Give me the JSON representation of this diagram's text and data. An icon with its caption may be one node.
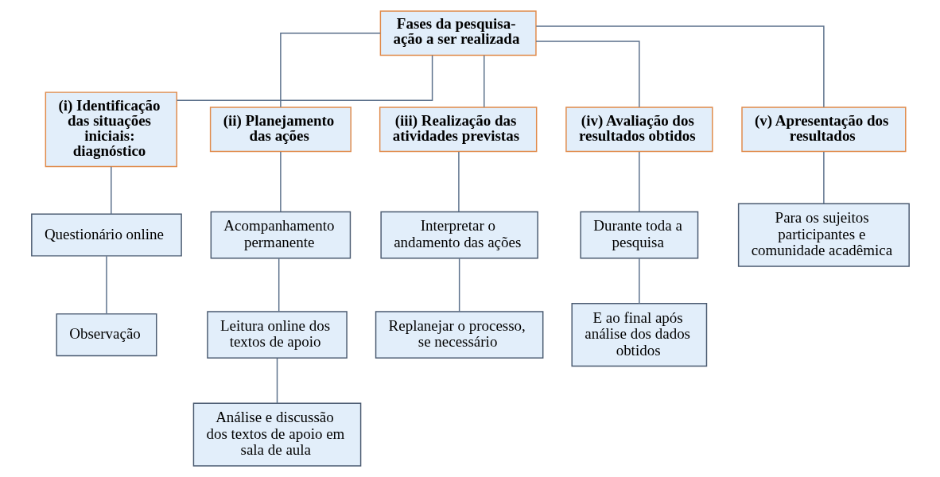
{
  "diagram": {
    "nodes": [
      {
        "text": [
          "Fases da pesquisa-ação a ser realizada"
        ]
      },
      {
        "text": [
          "(i) Identificação das situações iniciais: diagnóstico"
        ]
      },
      {
        "text": [
          "(ii) Planejamento das ações"
        ]
      },
      {
        "text": [
          "(iii) Realização das atividades previstas"
        ]
      },
      {
        "text": [
          "(iv) Avaliação dos resultados obtidos"
        ]
      },
      {
        "text": [
          "(v) Apresentação dos resultados"
        ]
      },
      {
        "text": [
          "Questionário online"
        ]
      },
      {
        "text": [
          "Observação"
        ]
      },
      {
        "text": [
          "Acompanhamento permanente"
        ]
      },
      {
        "text": [
          "Leitura online dos textos de apoio"
        ]
      },
      {
        "text": [
          "Análise e discussão dos textos de apoio em sala de aula"
        ]
      },
      {
        "text": [
          "Interpretar o andamento das ações"
        ]
      },
      {
        "text": [
          "Replanejar o processo, se necessário"
        ]
      },
      {
        "text": [
          "Durante toda a pesquisa"
        ]
      },
      {
        "text": [
          "E ao final após análise dos dados obtidos"
        ]
      },
      {
        "text": [
          "Para os sujeitos participantes e comunidade acadêmica"
        ]
      }
    ],
    "edges": [
      {
        "from": 0,
        "to": 1,
        "arrow": "none"
      },
      {
        "from": 0,
        "to": 2,
        "arrow": "none"
      },
      {
        "from": 0,
        "to": 3,
        "arrow": "none"
      },
      {
        "from": 0,
        "to": 4,
        "arrow": "none"
      },
      {
        "from": 0,
        "to": 5,
        "arrow": "none"
      },
      {
        "from": 1,
        "to": 6,
        "arrow": "none"
      },
      {
        "from": 6,
        "to": 7,
        "arrow": "none"
      },
      {
        "from": 2,
        "to": 8,
        "arrow": "none"
      },
      {
        "from": 8,
        "to": 9,
        "arrow": "none"
      },
      {
        "from": 9,
        "to": 10,
        "arrow": "none"
      },
      {
        "from": 3,
        "to": 11,
        "arrow": "none"
      },
      {
        "from": 11,
        "to": 12,
        "arrow": "none"
      },
      {
        "from": 4,
        "to": 13,
        "arrow": "none"
      },
      {
        "from": 13,
        "to": 14,
        "arrow": "none"
      },
      {
        "from": 5,
        "to": 15,
        "arrow": "none"
      }
    ]
  }
}
